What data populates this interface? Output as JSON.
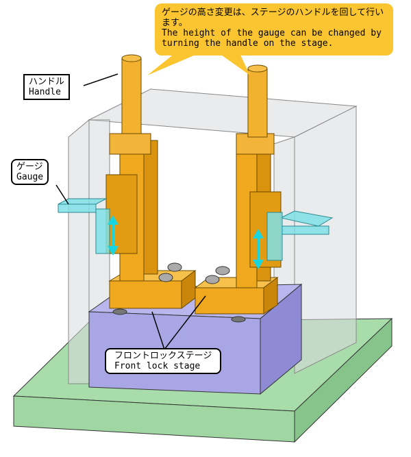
{
  "bubble": {
    "jp": "ゲージの高さ変更は、ステージのハンドルを回して行います。",
    "en": "The height of the gauge can be changed by turning the handle on the stage."
  },
  "labels": {
    "handle": {
      "jp": "ハンドル",
      "en": "Handle"
    },
    "gauge": {
      "jp": "ゲージ",
      "en": "Gauge"
    },
    "stage": {
      "jp": "フロントロックステージ",
      "en": "Front lock stage"
    }
  },
  "colors": {
    "base": "#9fd9a4",
    "block": "#a9a6e6",
    "stage": "#f0a81e",
    "gauge": "#7fe0e6",
    "arrow": "#19d5e0",
    "bubble": "#fbc531"
  }
}
